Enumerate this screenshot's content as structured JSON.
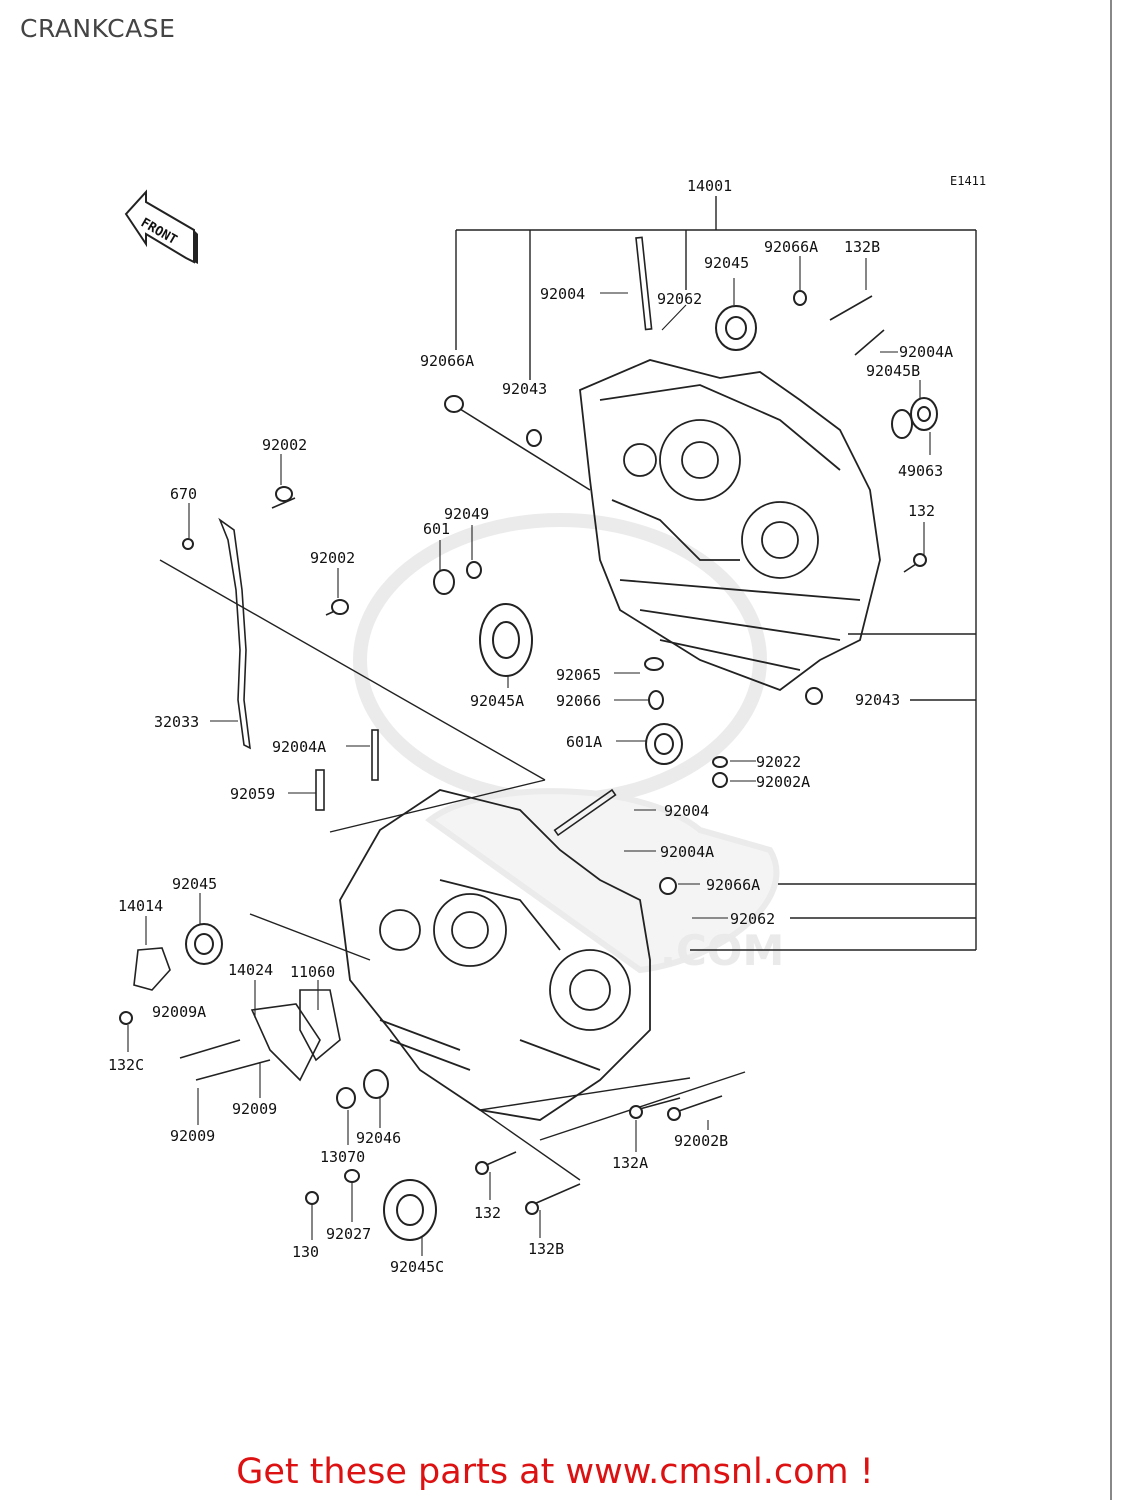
{
  "page": {
    "title": "CRANKCASE",
    "footer": "Get these parts at www.cmsnl.com !"
  },
  "diagram": {
    "ref_code": "E1411",
    "front_label": "FRONT",
    "watermark_text": ".COM",
    "colors": {
      "line": "#222222",
      "text": "#111111",
      "footer": "#dd1111",
      "watermark": "#d8d8d8"
    },
    "labels": [
      "14001",
      "92066A",
      "132B",
      "92045",
      "92004",
      "92062",
      "92004A",
      "92045B",
      "92066A",
      "92043",
      "49063",
      "132",
      "92002",
      "670",
      "92049",
      "601",
      "92002",
      "92065",
      "92045A",
      "92066",
      "92043",
      "32033",
      "601A",
      "92022",
      "92004A",
      "92002A",
      "92059",
      "92004",
      "92004A",
      "92066A",
      "92045",
      "92062",
      "14014",
      "14024",
      "11060",
      "92009A",
      "132C",
      "92009",
      "92009",
      "92046",
      "13070",
      "132A",
      "92002B",
      "92027",
      "132",
      "130",
      "132B",
      "92045C"
    ]
  }
}
